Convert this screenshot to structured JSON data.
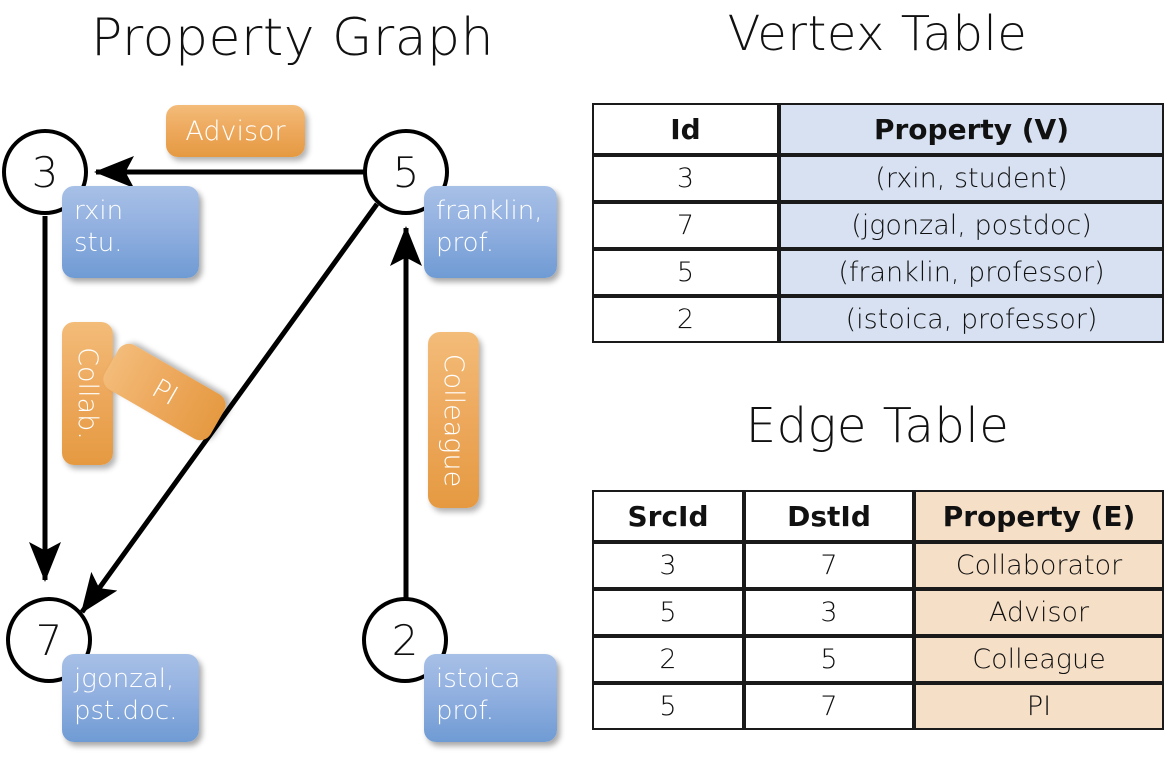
{
  "titles": {
    "property_graph": "Property Graph",
    "vertex_table": "Vertex Table",
    "edge_table": "Edge Table"
  },
  "graph": {
    "vertices": [
      {
        "id": "3",
        "property_line1": "rxin",
        "property_line2": "stu."
      },
      {
        "id": "5",
        "property_line1": "franklin,",
        "property_line2": "prof."
      },
      {
        "id": "7",
        "property_line1": "jgonzal,",
        "property_line2": "pst.doc."
      },
      {
        "id": "2",
        "property_line1": "istoica",
        "property_line2": "prof."
      }
    ],
    "edge_labels": [
      {
        "name": "advisor",
        "text": "Advisor"
      },
      {
        "name": "collab",
        "text": "Collab."
      },
      {
        "name": "pi",
        "text": "PI"
      },
      {
        "name": "colleague",
        "text": "Colleague"
      }
    ],
    "node_text": {
      "n3": "3",
      "n5": "5",
      "n7": "7",
      "n2": "2"
    },
    "box_text": {
      "b3": "rxin\nstu.",
      "b5": "franklin,\nprof.",
      "b7": "jgonzal,\npst.doc.",
      "b2": "istoica\nprof."
    }
  },
  "vertex_table": {
    "headers": [
      "Id",
      "Property (V)"
    ],
    "rows": [
      {
        "id": "3",
        "property": "(rxin, student)"
      },
      {
        "id": "7",
        "property": "(jgonzal, postdoc)"
      },
      {
        "id": "5",
        "property": "(franklin, professor)"
      },
      {
        "id": "2",
        "property": "(istoica, professor)"
      }
    ]
  },
  "edge_table": {
    "headers": [
      "SrcId",
      "DstId",
      "Property (E)"
    ],
    "rows": [
      {
        "src": "3",
        "dst": "7",
        "property": "Collaborator"
      },
      {
        "src": "5",
        "dst": "3",
        "property": "Advisor"
      },
      {
        "src": "2",
        "dst": "5",
        "property": "Colleague"
      },
      {
        "src": "5",
        "dst": "7",
        "property": "PI"
      }
    ]
  },
  "colors": {
    "vertex_property_fill": "#d7e1f2",
    "edge_property_fill": "#f6dfc7",
    "node_box_blue": "#7ba3d8",
    "edge_label_orange": "#eda85c",
    "stroke": "#000000"
  }
}
